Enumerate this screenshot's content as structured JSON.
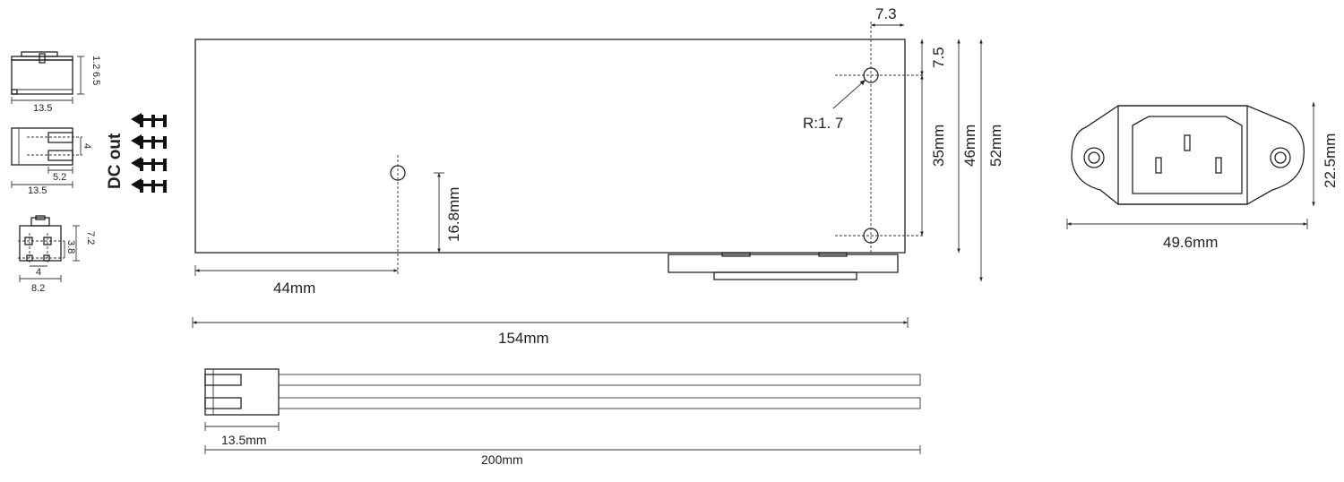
{
  "connector_details": {
    "side_view": {
      "dim_top": "1.2",
      "dim_height": "6.5",
      "dim_width": "13.5"
    },
    "top_view": {
      "dim_pin_gap": "4",
      "dim_pin_length": "5.2",
      "dim_width": "13.5"
    },
    "front_view": {
      "dim_height": "7.2",
      "dim_pin_pitch_v": "3.8",
      "dim_pin_pitch_h": "4",
      "dim_width": "8.2"
    }
  },
  "dc_out": {
    "label": "DC out",
    "arrow_count": 4
  },
  "main_board": {
    "dim_hole_offset": "7.3",
    "dim_top_offset": "7.5",
    "hole_radius": "R:1. 7",
    "dim_hole_spacing": "35mm",
    "dim_board_height": "46mm",
    "dim_total_height": "52mm",
    "dim_center_hole_height": "16.8mm",
    "dim_center_hole_x": "44mm",
    "dim_length": "154mm"
  },
  "cable": {
    "dim_connector": "13.5mm",
    "dim_length": "200mm"
  },
  "iec_inlet": {
    "dim_height": "22.5mm",
    "dim_width": "49.6mm"
  },
  "colors": {
    "line": "#222222",
    "background": "#ffffff"
  }
}
